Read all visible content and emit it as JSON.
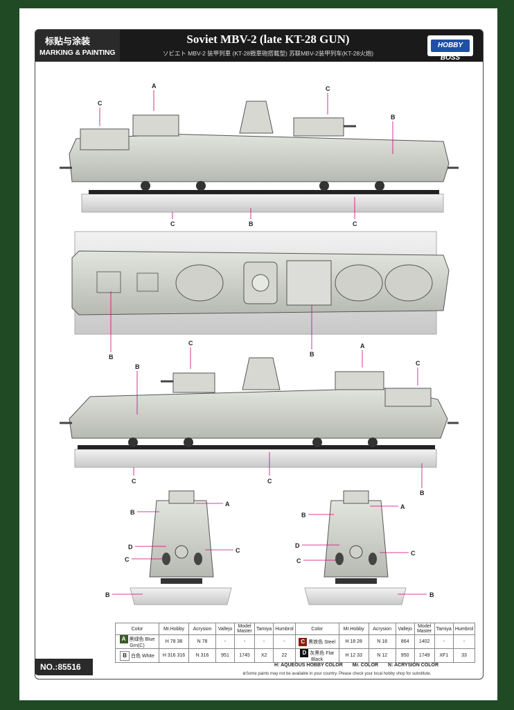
{
  "header": {
    "cn_title": "标贴与涂装",
    "en_title": "MARKING & PAINTING",
    "title": "Soviet MBV-2 (late KT-28 GUN)",
    "subtitle": "ソビエト MBV-2 装甲列車 (KT-28戦車砲搭載型)    苏联MBV-2装甲列车(KT-28火炮)",
    "logo": "HOBBY BOSS"
  },
  "callouts": {
    "a": "A",
    "b": "B",
    "c": "C",
    "d": "D"
  },
  "table": {
    "headers": [
      "Color",
      "Mr.Hobby",
      "Acrysion",
      "Vallejo",
      "Model Master",
      "Tamiya",
      "Humbrol"
    ],
    "left_rows": [
      {
        "key": "A",
        "name": "黑绿色 Blue Grn(C)",
        "mrhobby": "H 78 38",
        "acrysion": "N 78",
        "vallejo": "-",
        "model_master": "-",
        "tamiya": "-",
        "humbrol": "-",
        "color": "#3c5a2a"
      },
      {
        "key": "B",
        "name": "白色 White",
        "mrhobby": "H 316 316",
        "acrysion": "N 316",
        "vallejo": "951",
        "model_master": "1745",
        "tamiya": "X2",
        "humbrol": "22",
        "color": "#ffffff"
      }
    ],
    "right_rows": [
      {
        "key": "C",
        "name": "黑铁色 Steel",
        "mrhobby": "H 18 28",
        "acrysion": "N 18",
        "vallejo": "864",
        "model_master": "1402",
        "tamiya": "-",
        "humbrol": "-",
        "color": "#8a1f10"
      },
      {
        "key": "D",
        "name": "灰黑色 Flat Black",
        "mrhobby": "H 12 33",
        "acrysion": "N 12",
        "vallejo": "950",
        "model_master": "1749",
        "tamiya": "XF1",
        "humbrol": "33",
        "color": "#111111"
      }
    ]
  },
  "footer": {
    "number": "NO.:85516",
    "legend_h": "H: AQUEOUS HOBBY COLOR",
    "legend_mr": "Mr. COLOR",
    "legend_n": "N: ACRYSION COLOR",
    "note": "※Some paints may not be available in your country. Please check your local hobby shop for substitute."
  },
  "colors": {
    "page": "#1f4a24",
    "header": "#1a1a1a",
    "hull": "#c9ccc4",
    "logo": "#1f4fa8"
  }
}
